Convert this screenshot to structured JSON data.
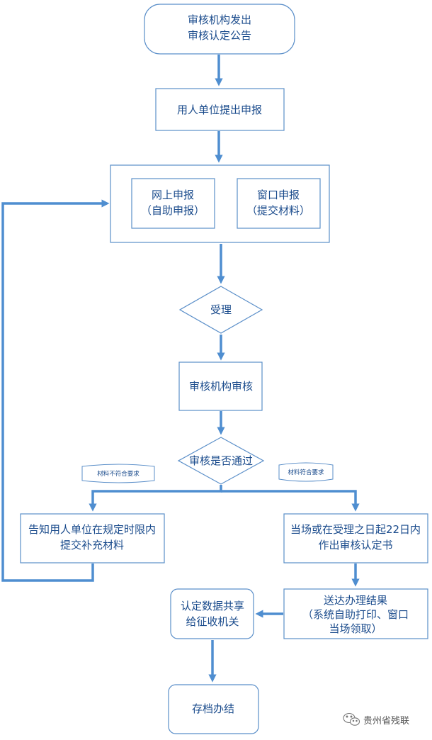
{
  "colors": {
    "stroke": "#5b8fc9",
    "arrow": "#4f8ed0",
    "text": "#1a4b8c",
    "fill": "#ffffff"
  },
  "nodes": {
    "announce": {
      "line1": "审核机构发出",
      "line2": "审核认定公告"
    },
    "apply": {
      "line1": "用人单位提出申报"
    },
    "online": {
      "line1": "网上申报",
      "line2": "（自助申报）"
    },
    "window": {
      "line1": "窗口申报",
      "line2": "（提交材料）"
    },
    "accept": {
      "line1": "受理"
    },
    "review": {
      "line1": "审核机构审核"
    },
    "pass": {
      "line1": "审核是否通过"
    },
    "notify": {
      "line1": "告知用人单位在规定时限内",
      "line2": "提交补充材料"
    },
    "decide": {
      "line1": "当场或在受理之日起22日内",
      "line2": "作出审核认定书"
    },
    "deliver": {
      "line1": "送达办理结果",
      "line2": "（系统自助打印、窗口",
      "line3": "当场领取）"
    },
    "share": {
      "line1": "认定数据共享",
      "line2": "给征收机关"
    },
    "archive": {
      "line1": "存档办结"
    }
  },
  "tags": {
    "fail": "材料不符合要求",
    "ok": "材料符合要求"
  },
  "watermark": {
    "icon": "wechat-icon",
    "text": "贵州省残联"
  }
}
